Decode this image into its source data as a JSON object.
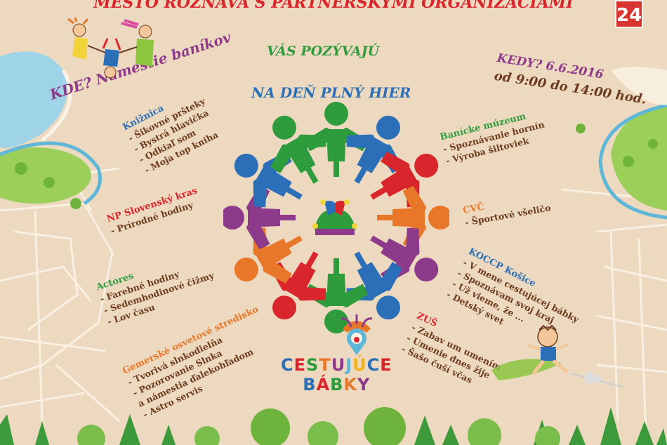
{
  "logo": {
    "text": "24"
  },
  "header": {
    "title": "MESTO ROŽŇAVA S PARTNERSKÝMI ORGANIZÁCIAMI",
    "invite": "VÁS POZÝVAJÚ",
    "event": "NA DEŇ PLNÝ HIER"
  },
  "where": "KDE? Námestie baníkov",
  "when": {
    "date_line": "KEDY? 6.6.2016",
    "time_line": "od 9:00 do 14:00 hod."
  },
  "groups": {
    "kniznica": {
      "title": "Knižnica",
      "items": [
        "- Šikovné pršteky",
        "- Bystrá hlavička",
        "- Odkiaľ som",
        "- Moja top kniha"
      ]
    },
    "np": {
      "title": "NP Slovenský kras",
      "items": [
        "- Prírodné hodiny"
      ]
    },
    "actores": {
      "title": "Actores",
      "items": [
        "- Farebné hodiny",
        "- Sedemhodinové čižmy",
        "- Lov času"
      ]
    },
    "gemerske": {
      "title": "Gemerské osvetové stredisko",
      "items": [
        "- Tvorivá slnkodielňa",
        "- Pozorovanie Slnka",
        "a námestia ďalekohľadom",
        "- Astro servis"
      ]
    },
    "banicke": {
      "title": "Banícke múzeum",
      "items": [
        "- Spoznávanie hornín",
        "- Výroba šiltoviek"
      ]
    },
    "cvc": {
      "title": "CVČ",
      "items": [
        "- Športové všeličo"
      ]
    },
    "koscp": {
      "title": "KOCCP Košice",
      "items": [
        "- V mene cestujúcej bábky",
        "- Spoznávam svoj kraj",
        "- Už vieme, že ...",
        "- Detský svet"
      ]
    },
    "zus": {
      "title": "ZUŠ",
      "items": [
        "- Zabav um umením",
        "- Umenie dnes žije",
        "- Šašo čuší včas"
      ]
    }
  },
  "brand": {
    "line1": "CESTUJÚCE",
    "line2": "BÁBKY"
  },
  "colors": {
    "red": "#d8262c",
    "green": "#2e9b3c",
    "blue": "#2a6fb7",
    "purple": "#8e3a8b",
    "orange": "#e8772a",
    "brown": "#6d3b1e"
  }
}
